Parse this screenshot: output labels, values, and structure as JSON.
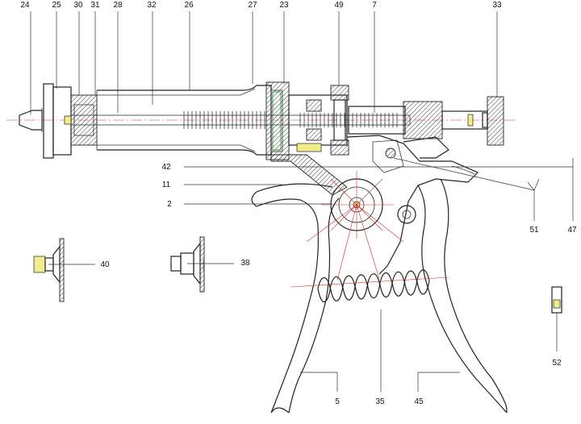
{
  "diagram": {
    "callouts": {
      "top": [
        "24",
        "25",
        "30",
        "31",
        "28",
        "32",
        "26",
        "27",
        "23",
        "49",
        "7",
        "33"
      ],
      "left": [
        "42",
        "11",
        "2"
      ],
      "right_upper": [
        "51",
        "47"
      ],
      "parts": [
        "40",
        "38"
      ],
      "bottom": [
        "5",
        "35",
        "45"
      ],
      "detail": [
        "52"
      ]
    },
    "colors": {
      "line": "#333333",
      "centerline": "#d42a2a",
      "highlight": "#f2ec8a",
      "seal": "#3a9a4a"
    }
  }
}
